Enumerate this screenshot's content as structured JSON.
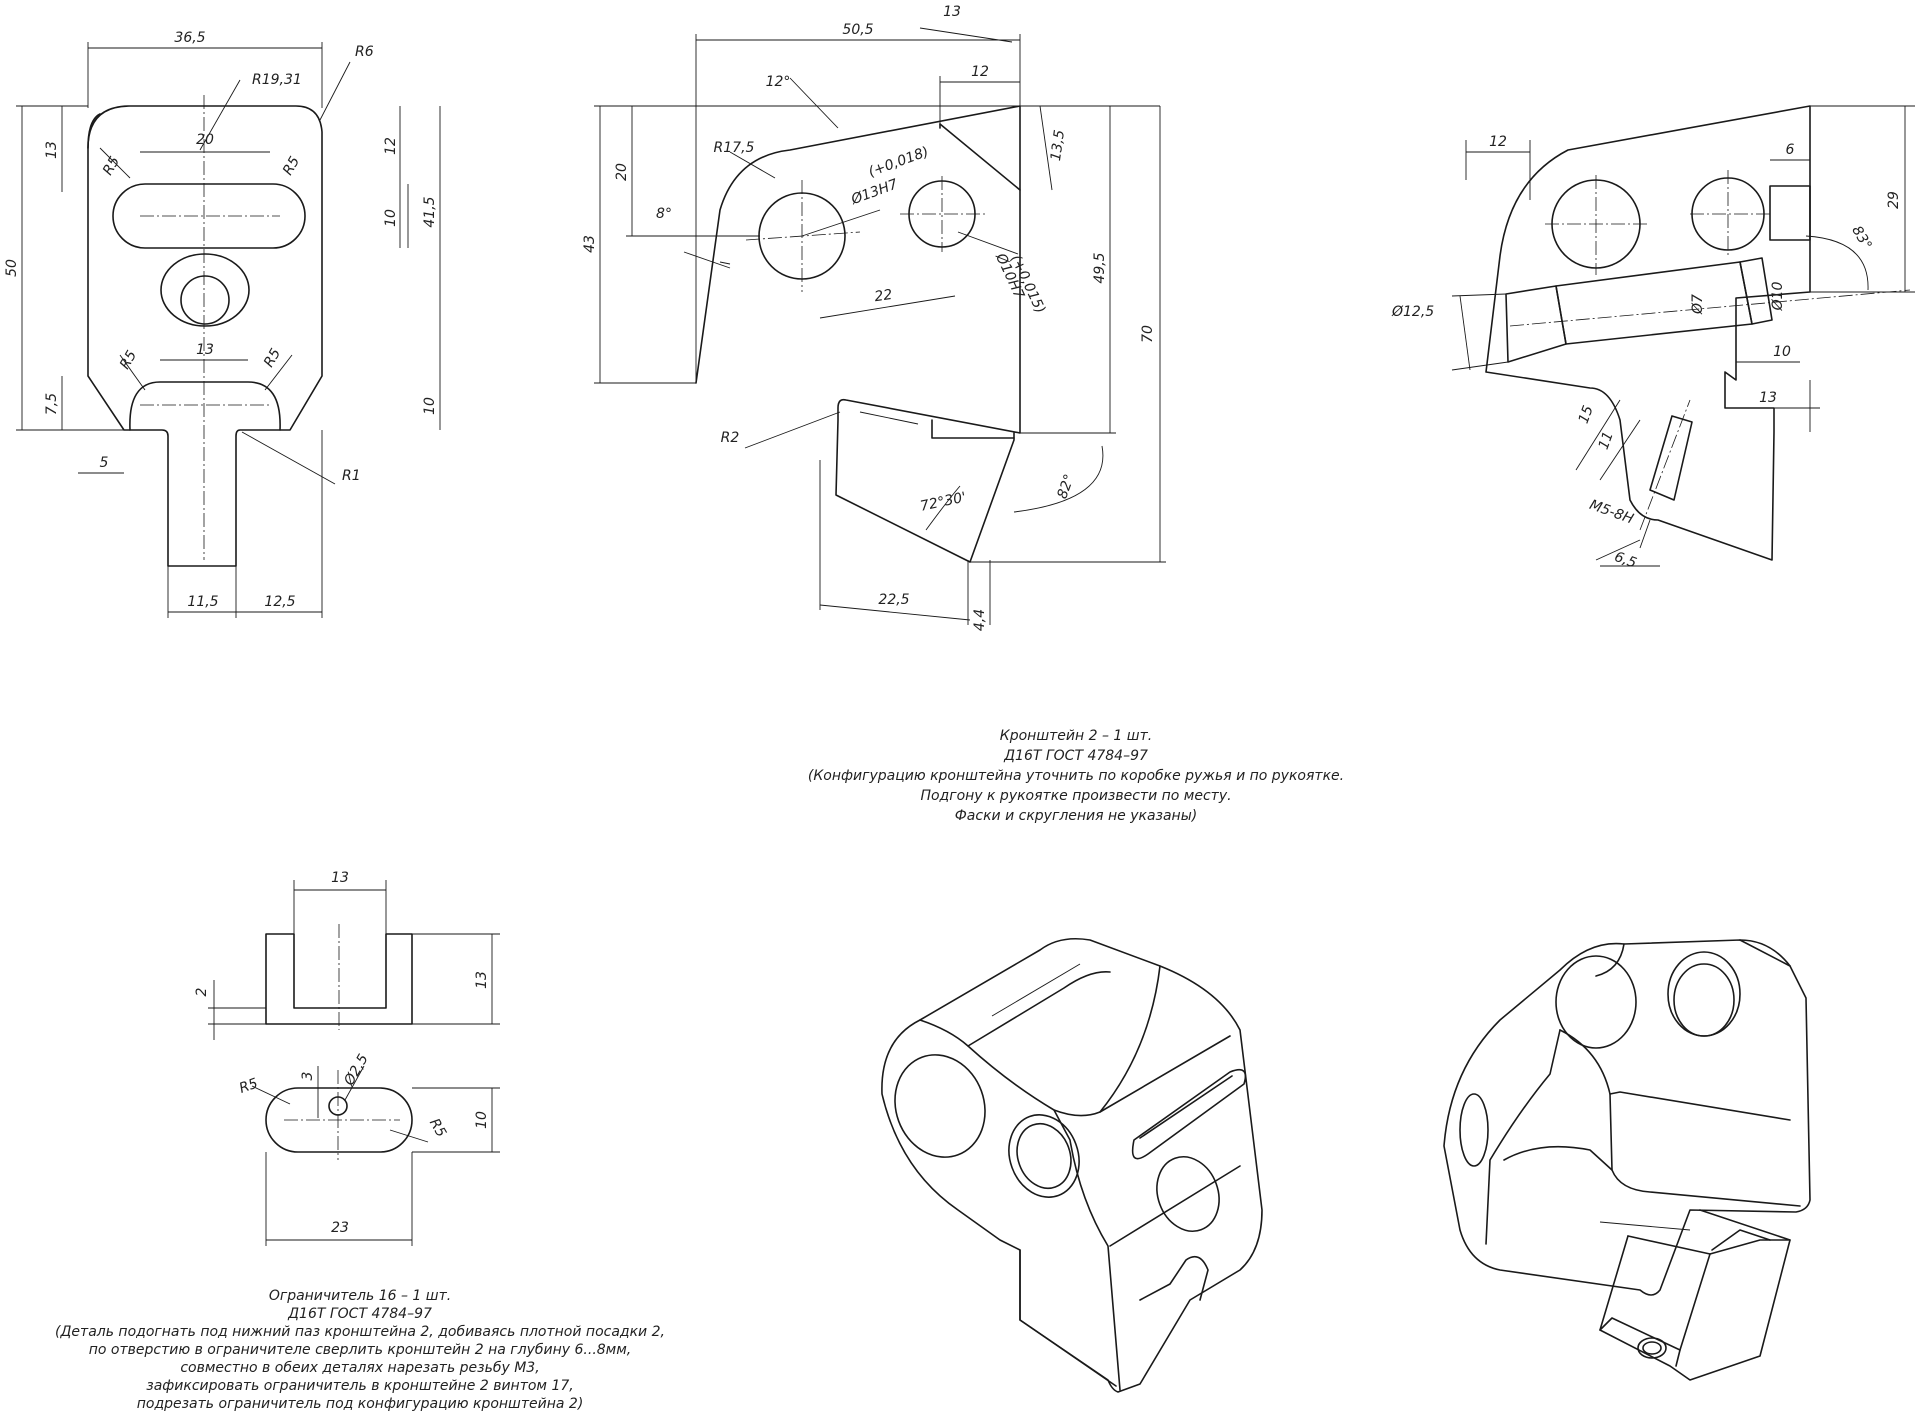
{
  "view1": {
    "dims": [
      "36,5",
      "R6",
      "R19,31",
      "13",
      "20",
      "12",
      "R5",
      "R5",
      "10",
      "41,5",
      "50",
      "13",
      "R5",
      "R5",
      "7,5",
      "10",
      "5",
      "R1",
      "11,5",
      "12,5"
    ]
  },
  "view2": {
    "dims": [
      "50,5",
      "13",
      "12",
      "12°",
      "R17,5",
      "20",
      "13,5",
      "8°",
      "Ø13H7",
      "(+0,018)",
      "Ø10H7",
      "(+0,015)",
      "43",
      "49,5",
      "70",
      "22",
      "R2",
      "72°30'",
      "82°",
      "22,5",
      "4,4"
    ]
  },
  "view3": {
    "dims": [
      "12",
      "6",
      "29",
      "83°",
      "Ø12,5",
      "Ø7",
      "Ø10",
      "10",
      "13",
      "15",
      "11",
      "M5-8H",
      "6,5"
    ]
  },
  "view4": {
    "dims": [
      "13",
      "13",
      "2",
      "3",
      "Ø2,5",
      "R5",
      "R5",
      "10",
      "23"
    ]
  },
  "note_bracket": [
    "Кронштейн 2 – 1 шт.",
    "Д16Т ГОСТ 4784–97",
    "(Конфигурацию кронштейна уточнить по коробке ружья и по рукоятке.",
    "Подгону к рукоятке произвести по месту.",
    "Фаски и скругления не указаны)"
  ],
  "note_limiter": [
    "Ограничитель 16 – 1 шт.",
    "Д16Т ГОСТ 4784–97",
    "(Деталь подогнать под нижний паз кронштейна 2, добиваясь плотной посадки 2,",
    "по отверстию в ограничителе сверлить кронштейн 2 на глубину 6...8мм,",
    "совместно в обеих деталях нарезать резьбу М3,",
    "зафиксировать ограничитель в кронштейне 2 винтом 17,",
    "подрезать ограничитель под конфигурацию кронштейна 2)"
  ]
}
